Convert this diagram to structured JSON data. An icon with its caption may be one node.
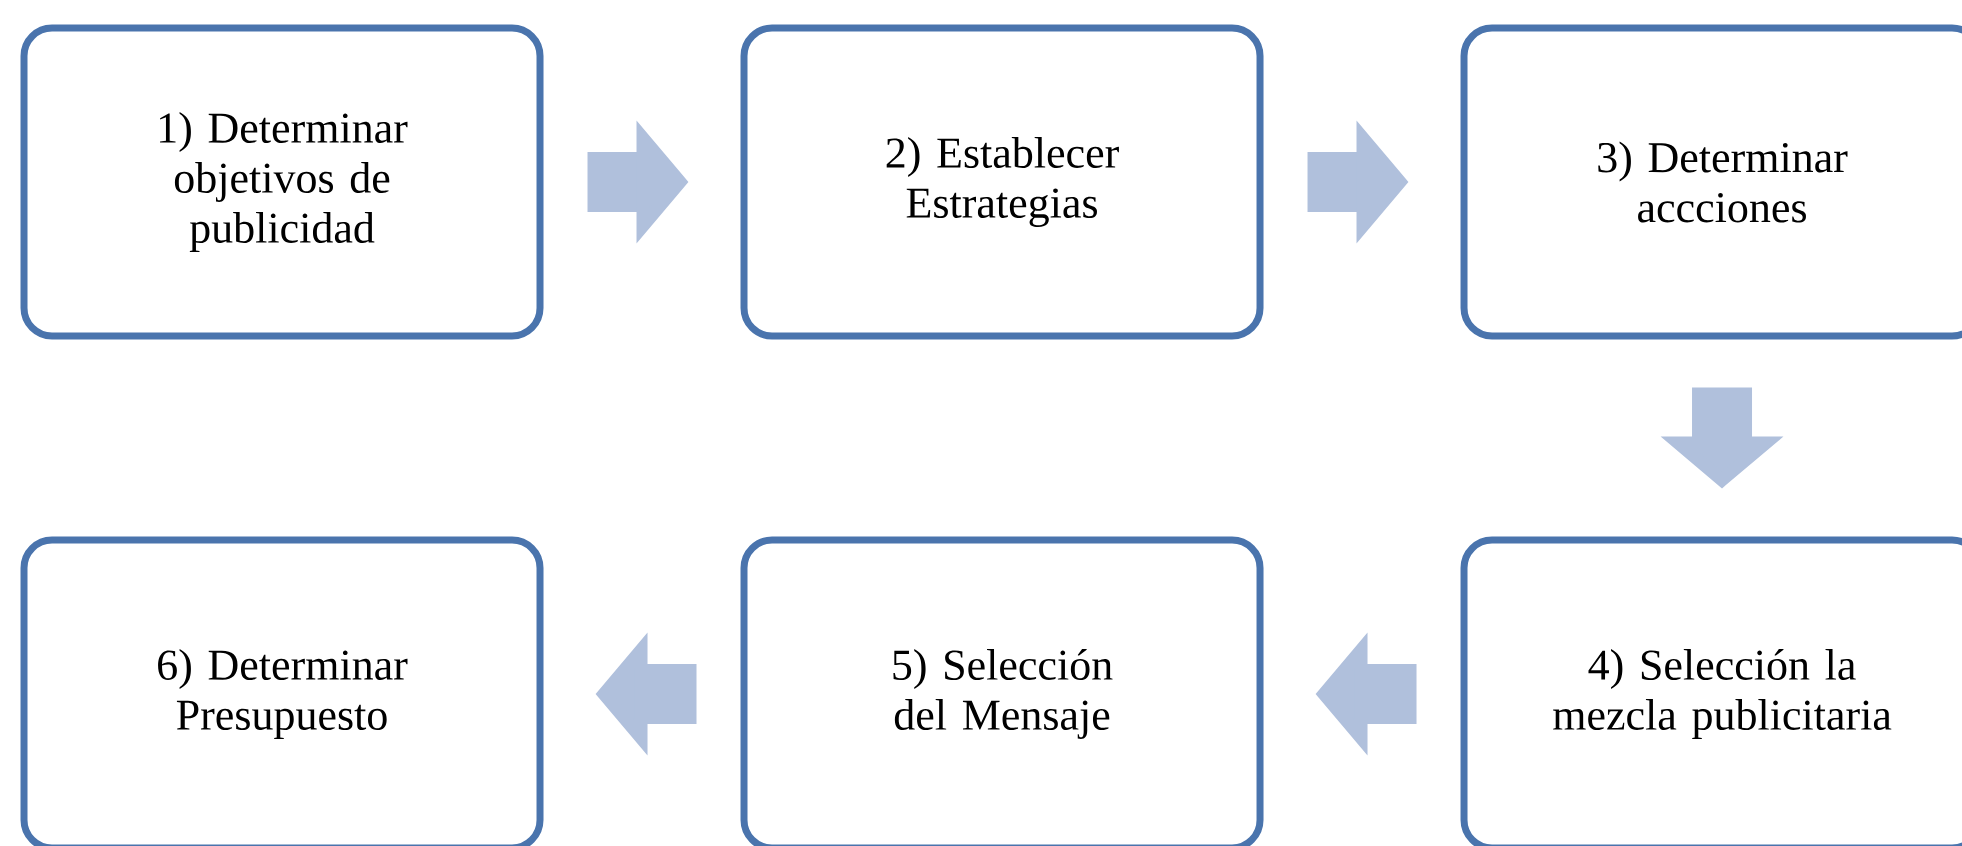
{
  "diagram": {
    "nodes": [
      {
        "text": [
          "1) Determinar objetivos de publicidad"
        ]
      },
      {
        "text": [
          "2) Establecer Estrategias"
        ]
      },
      {
        "text": [
          "3) Determinar accciones"
        ]
      },
      {
        "text": [
          "4) Selección la mezcla publicitaria"
        ]
      },
      {
        "text": [
          "5) Selección del Mensaje"
        ]
      },
      {
        "text": [
          "6) Determinar Presupuesto"
        ]
      }
    ],
    "edges": [
      {
        "from": 0,
        "to": 1,
        "arrow": "to"
      },
      {
        "from": 1,
        "to": 2,
        "arrow": "to"
      },
      {
        "from": 2,
        "to": 3,
        "arrow": "to"
      },
      {
        "from": 3,
        "to": 4,
        "arrow": "to"
      },
      {
        "from": 4,
        "to": 5,
        "arrow": "to"
      }
    ]
  }
}
